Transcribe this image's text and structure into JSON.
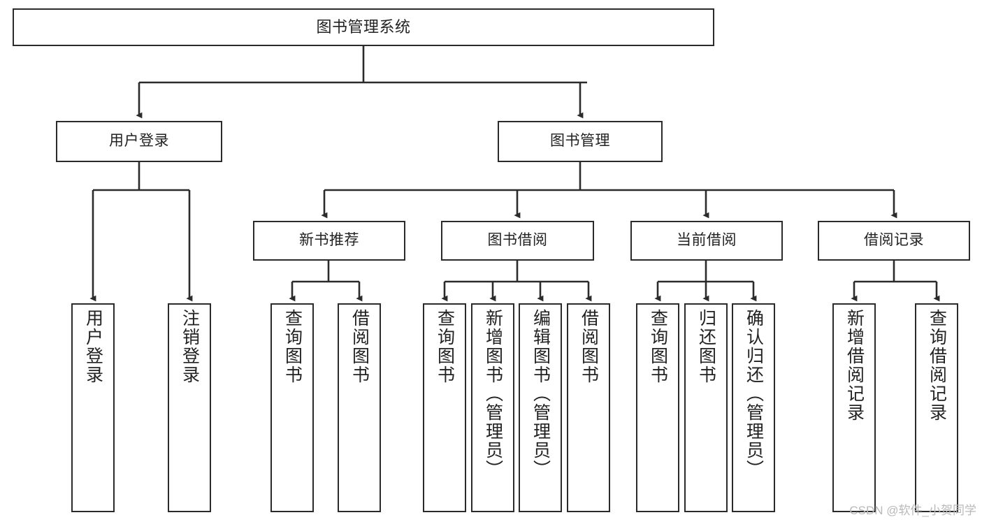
{
  "diagram": {
    "title": "图书管理系统",
    "type": "tree-hierarchy",
    "stroke_color": "#2b2b2b",
    "background_color": "#ffffff"
  },
  "root": {
    "label": "图书管理系统"
  },
  "level2": [
    {
      "label": "用户登录"
    },
    {
      "label": "图书管理"
    }
  ],
  "level3": [
    {
      "label": "新书推荐"
    },
    {
      "label": "图书借阅"
    },
    {
      "label": "当前借阅"
    },
    {
      "label": "借阅记录"
    }
  ],
  "leaves": {
    "user_login": [
      {
        "label": "用户登录"
      },
      {
        "label": "注销登录"
      }
    ],
    "new_book_recommend": [
      {
        "label": "查询图书"
      },
      {
        "label": "借阅图书"
      }
    ],
    "book_borrow": [
      {
        "label": "查询图书"
      },
      {
        "label": "新增图书（管理员）"
      },
      {
        "label": "编辑图书（管理员）"
      },
      {
        "label": "借阅图书"
      }
    ],
    "current_borrow": [
      {
        "label": "查询图书"
      },
      {
        "label": "归还图书"
      },
      {
        "label": "确认归还（管理员）"
      }
    ],
    "borrow_record": [
      {
        "label": "新增借阅记录"
      },
      {
        "label": "查询借阅记录"
      }
    ]
  },
  "watermark": {
    "text": "CSDN @软件_小贺同学"
  }
}
